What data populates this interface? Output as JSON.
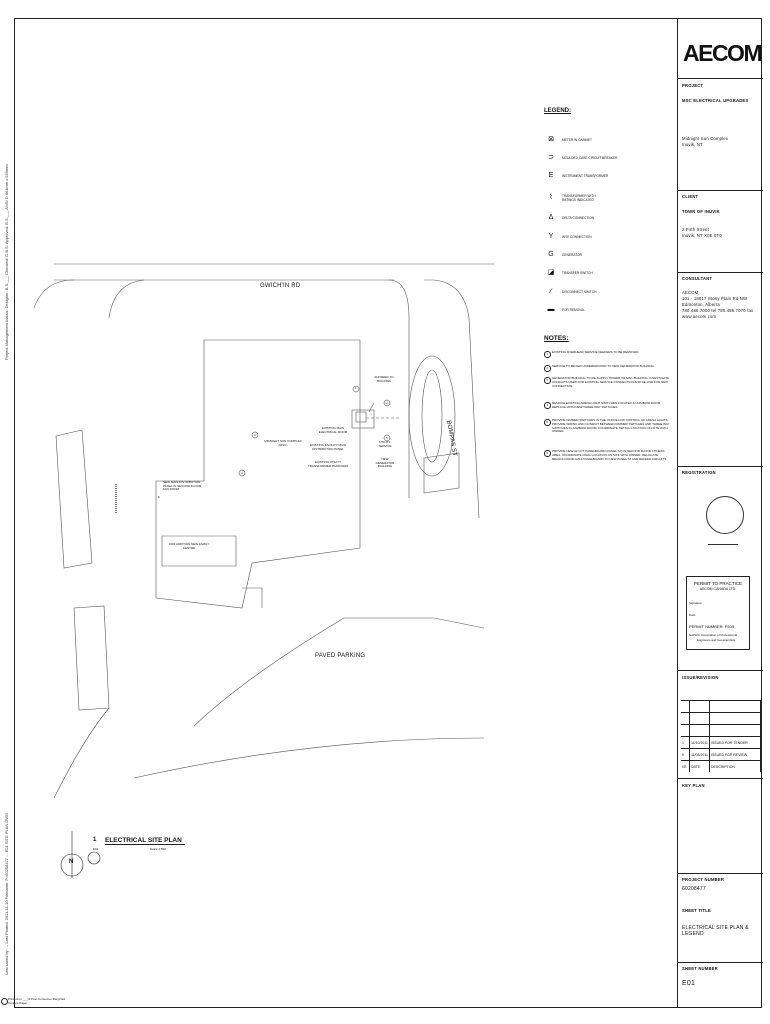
{
  "left_strip": {
    "header_line": "Project Management Initials:  Designer: B.S.___  Checked: G.B.S.  Approved: B.S.___  ANSI D 864mm x 559mm",
    "footer_line": "Last saved by: ... Last Plotted: 2011-11-10   Filename: P:\\60208477 ... E01 SITE PLAN.DWG",
    "recycled_note": "Printed on ___% Post-Consumer Recycled Content Paper"
  },
  "title_block": {
    "logo": "AECOM",
    "project_label": "PROJECT",
    "project_name": "MSC ELECTRICAL UPGRADES",
    "project_site": "Midnight Sun Complex",
    "project_city": "Inuvik, NT",
    "client_label": "CLIENT",
    "client_name": "TOWN OF INUVIK",
    "client_address1": "2 Firth Street",
    "client_address2": "Inuvik, NT X0E 0T0",
    "consultant_label": "CONSULTANT",
    "consultant_name": "AECOM",
    "consultant_address1": "101 - 18817 Stony Plain Rd NW",
    "consultant_address2": "Edmonton, Alberta",
    "consultant_phone": "780.486.7000 tel     780.486.7070 fax",
    "consultant_web": "www.aecom.com",
    "registration_label": "REGISTRATION",
    "permit_title": "PERMIT TO PRACTICE",
    "permit_company": "AECOM CANADA LTD.",
    "permit_signature_label": "Signature",
    "permit_date_label": "Date",
    "permit_number": "PERMIT NUMBER: P509",
    "permit_assoc1": "NAPEG: Association of Professional",
    "permit_assoc2": "Engineers and Geoscientists",
    "issue_label": "ISSUE/REVISION",
    "revisions": [
      {
        "no": "1",
        "date": "11/10/2011",
        "desc": "ISSUED FOR TENDER"
      },
      {
        "no": "0",
        "date": "11/03/2011",
        "desc": "ISSUED FOR REVIEW"
      },
      {
        "no": "I/R",
        "date": "DATE",
        "desc": "DESCRIPTION"
      }
    ],
    "key_plan_label": "KEY PLAN",
    "project_number_label": "PROJECT NUMBER",
    "project_number": "60208477",
    "sheet_title_label": "SHEET TITLE",
    "sheet_title": "ELECTRICAL SITE PLAN & LEGEND",
    "sheet_number_label": "SHEET NUMBER",
    "sheet_number": "E01"
  },
  "legend": {
    "title": "LEGEND:",
    "items": [
      {
        "icon": "meter-icon",
        "glyph": "⊠",
        "label": "METER IN CABINET"
      },
      {
        "icon": "breaker-icon",
        "glyph": "⊃",
        "label": "MOULDED CASE CIRCUIT BREAKER"
      },
      {
        "icon": "ct-icon",
        "glyph": "E",
        "label": "INSTRUMENT TRANSFORMER"
      },
      {
        "icon": "transformer-icon",
        "glyph": "⌇",
        "label": "TRANSFORMER WITH RATINGS INDICATED"
      },
      {
        "icon": "delta-icon",
        "glyph": "Δ",
        "label": "DELTA CONNECTION"
      },
      {
        "icon": "wye-icon",
        "glyph": "Y",
        "label": "WYE CONNECTION"
      },
      {
        "icon": "generator-icon",
        "glyph": "G",
        "label": "GENERATOR"
      },
      {
        "icon": "transfer-switch-icon",
        "glyph": "◪",
        "label": "TRANSFER SWITCH"
      },
      {
        "icon": "disconnect-icon",
        "glyph": "∕",
        "label": "DISCONNECT SWITCH"
      },
      {
        "icon": "removal-icon",
        "glyph": "▬",
        "label": "FOR REMOVAL"
      }
    ]
  },
  "notes": {
    "title": "NOTES:",
    "items": [
      {
        "num": "1",
        "text": "EXISTING OVERHEAD SERVICE FEEDERS TO BE REMOVED."
      },
      {
        "num": "2",
        "text": "SERVICE TO BE FED UNDERGROUND TO NEW GENERATOR BUILDING."
      },
      {
        "num": "3",
        "text": "GENERATOR BUILDING TO RE-SUPPLY POWER TO MSC BUILDING. INVESTIGATE CONDUITS USED FOR EXISTING SERVICE CONNECTION AND RE-USE FOR NEW CONNECTION."
      },
      {
        "num": "4",
        "text": "REMOVE EXISTING ARENA LIGHT SWITCHES LOCATED IN ZAMBONI ROOM. REPLACE WITH NEW THREE-WAY SWITCHES."
      },
      {
        "num": "5",
        "text": "PROVIDE DIMMER SWITCHES IN THE OFFICE FOR CONTROL OF ARENA LIGHTS. PROVIDE WIRING AND CONDUIT BETWEEN DIMMER SWITCHES AND THREE WAY SWITCHES IN ZAMBONI ROOM. COORDINATE SWITCH LOCATION ON SITE WITH OWNER."
      },
      {
        "num": "6",
        "text": "PROVIDE NEW 42 CCT PANELBOARD (PANEL 'M') IN SECOND FLOOR FITNESS AREA. COORDINATE FINAL LOCATION ON SITE WITH OWNER. RELOCATE BRANCH FROM HALL PANELBOARD TO NEW PANEL 'M' AND REFEED CIRCUITS."
      }
    ]
  },
  "plan": {
    "road_gwichyin": "GWICH'IN RD",
    "road_bompas": "BOMPAS ST",
    "paved_parking": "PAVED PARKING",
    "label_msc": "MIDNIGHT SUN COMPLEX (MSC)",
    "label_elec_room": "EXISTING MAIN ELECTRICAL ROOM",
    "label_facility": "EXISTING FACILITY MAIN DISTRIBUTION PANEL",
    "label_utility_tx": "EXISTING UTILITY TRANSFORMER PLATFORM",
    "label_sunfeed": "SUNFEED TO BUILDING",
    "label_utility_service": "UTILITY SERVICE",
    "label_new_gen": "NEW GENERATOR BUILDING",
    "label_new_panel": "NEW MAIN DISTRIBUTION PANEL IN SECOND FLOOR FAN ROOM",
    "label_addition": "1993 ADDITION NEW FAMILY CENTRE",
    "bubble_1": "1",
    "bubble_2": "2",
    "bubble_3": "3",
    "bubble_4": "4",
    "bubble_5": "5",
    "bubble_6": "6"
  },
  "drawing_title": {
    "number": "1",
    "ref": "E01",
    "title": "ELECTRICAL SITE PLAN",
    "scale": "Scale 1:500",
    "north": "N"
  }
}
